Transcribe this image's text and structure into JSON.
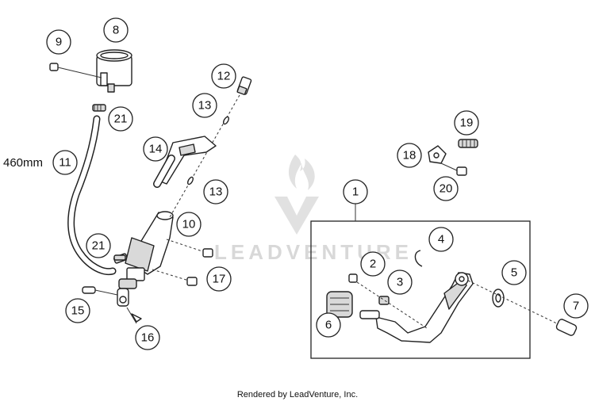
{
  "diagram": {
    "callouts": [
      "1",
      "2",
      "3",
      "4",
      "5",
      "6",
      "7",
      "8",
      "9",
      "10",
      "11",
      "12",
      "13",
      "13",
      "14",
      "15",
      "16",
      "17",
      "18",
      "19",
      "20",
      "21",
      "21"
    ],
    "hose_length_label": "460mm",
    "watermark_text": "LEADVENTURE",
    "footer": "Rendered by LeadVenture, Inc."
  }
}
